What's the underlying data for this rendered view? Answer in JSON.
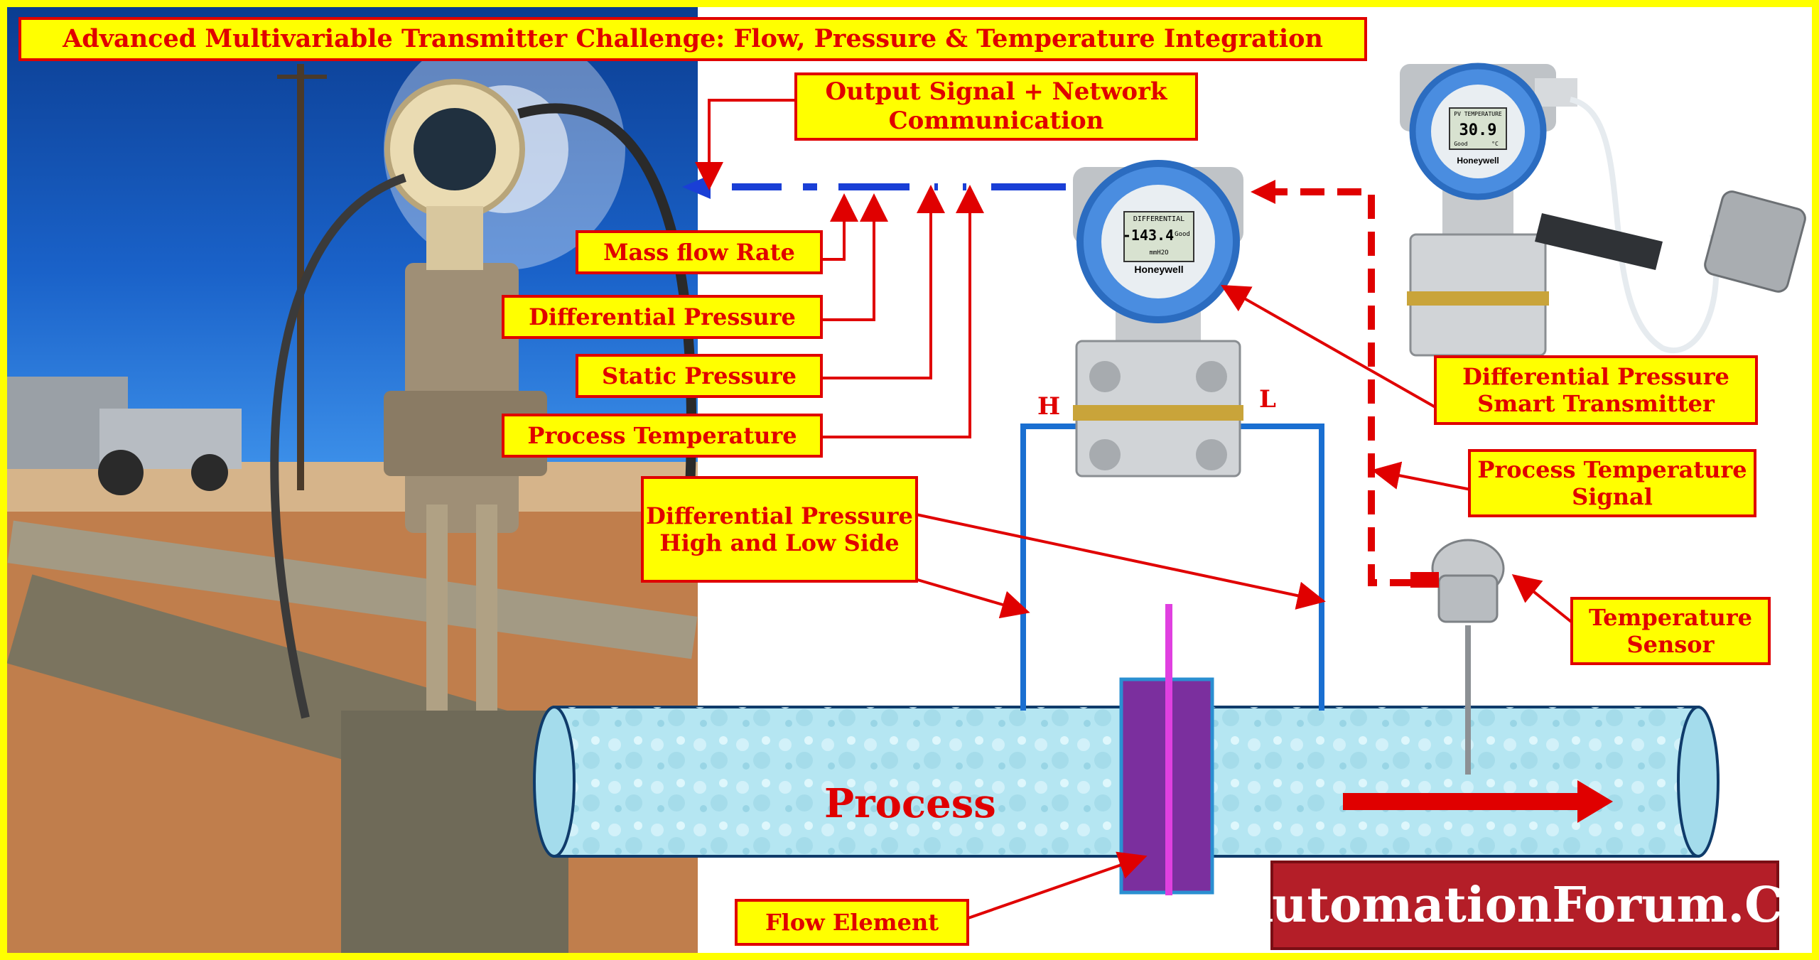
{
  "title": "Advanced Multivariable Transmitter Challenge: Flow, Pressure & Temperature Integration",
  "labels": {
    "output_signal": "Output Signal + Network Communication",
    "mass_flow": "Mass flow Rate",
    "differential_pressure": "Differential Pressure",
    "static_pressure": "Static Pressure",
    "process_temperature": "Process Temperature",
    "dp_high_low": "Differential Pressure High and Low Side",
    "dp_smart_transmitter": "Differential Pressure Smart Transmitter",
    "process_temperature_signal": "Process Temperature Signal",
    "temperature_sensor": "Temperature Sensor",
    "flow_element": "Flow Element",
    "high_side": "H",
    "low_side": "L",
    "process": "Process"
  },
  "transmitter_display": {
    "line1": "DIFFERENTIAL",
    "value": "-143.4",
    "status": "Good",
    "unit": "mmH2O",
    "brand": "Honeywell"
  },
  "temp_transmitter_display": {
    "line1": "PV TEMPERATURE",
    "value": "30.9",
    "status": "Good",
    "unit": "°C",
    "brand": "Honeywell"
  },
  "brand": "AutomationForum.Co",
  "colors": {
    "annotation_red": "#e00000",
    "label_fill": "#ffff00",
    "impulse_blue": "#1a6fd1",
    "signal_blue": "#1a3fd6",
    "pipe_fill": "#b5e6f2",
    "flow_element": "#7b2f9e",
    "brand_bg": "#b41e28"
  }
}
